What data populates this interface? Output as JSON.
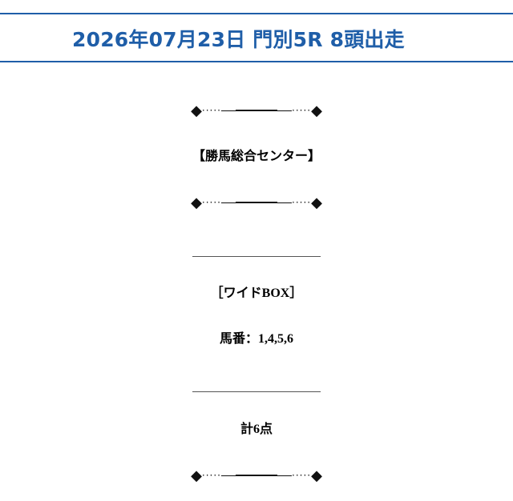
{
  "header": {
    "title": "2026年07月23日 門別5R 8頭出走"
  },
  "ornament": {
    "left_diamond": "◆",
    "left_dots": "·····",
    "right_dots": "·····",
    "right_diamond": "◆"
  },
  "content": {
    "center_name": "【勝馬総合センター】",
    "bet_type": "［ワイドBOX］",
    "horses": "馬番：1,4,5,6",
    "total": "計6点"
  }
}
